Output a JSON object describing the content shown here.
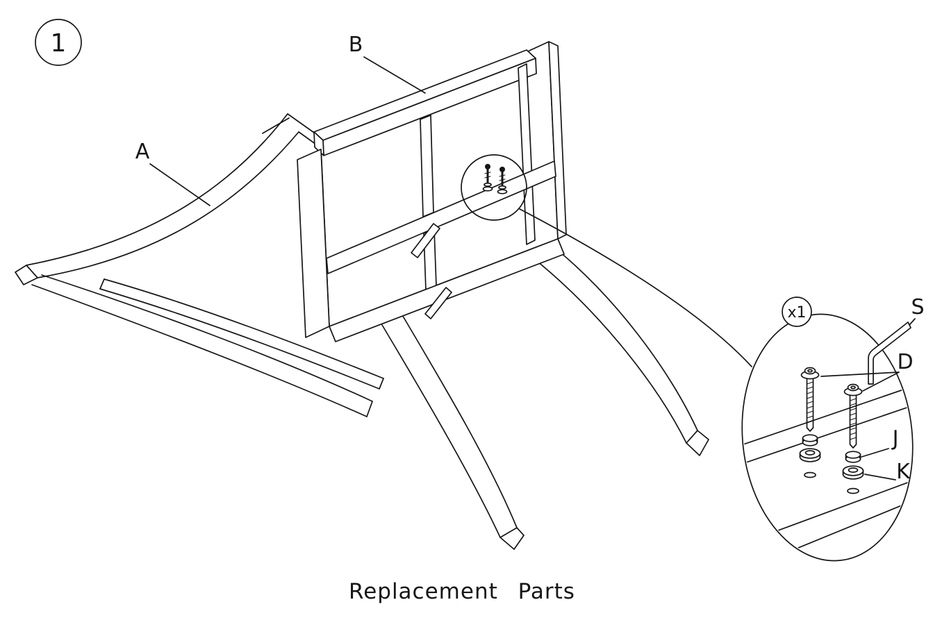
{
  "figure": {
    "step_number": "1",
    "caption": "Replacement Parts",
    "labels": {
      "part_a": "A",
      "part_b": "B",
      "tool_s": "S",
      "part_d": "D",
      "part_j": "J",
      "part_k": "K"
    },
    "detail": {
      "quantity": "x1"
    },
    "colors": {
      "line": "#161616",
      "background": "#ffffff"
    }
  }
}
